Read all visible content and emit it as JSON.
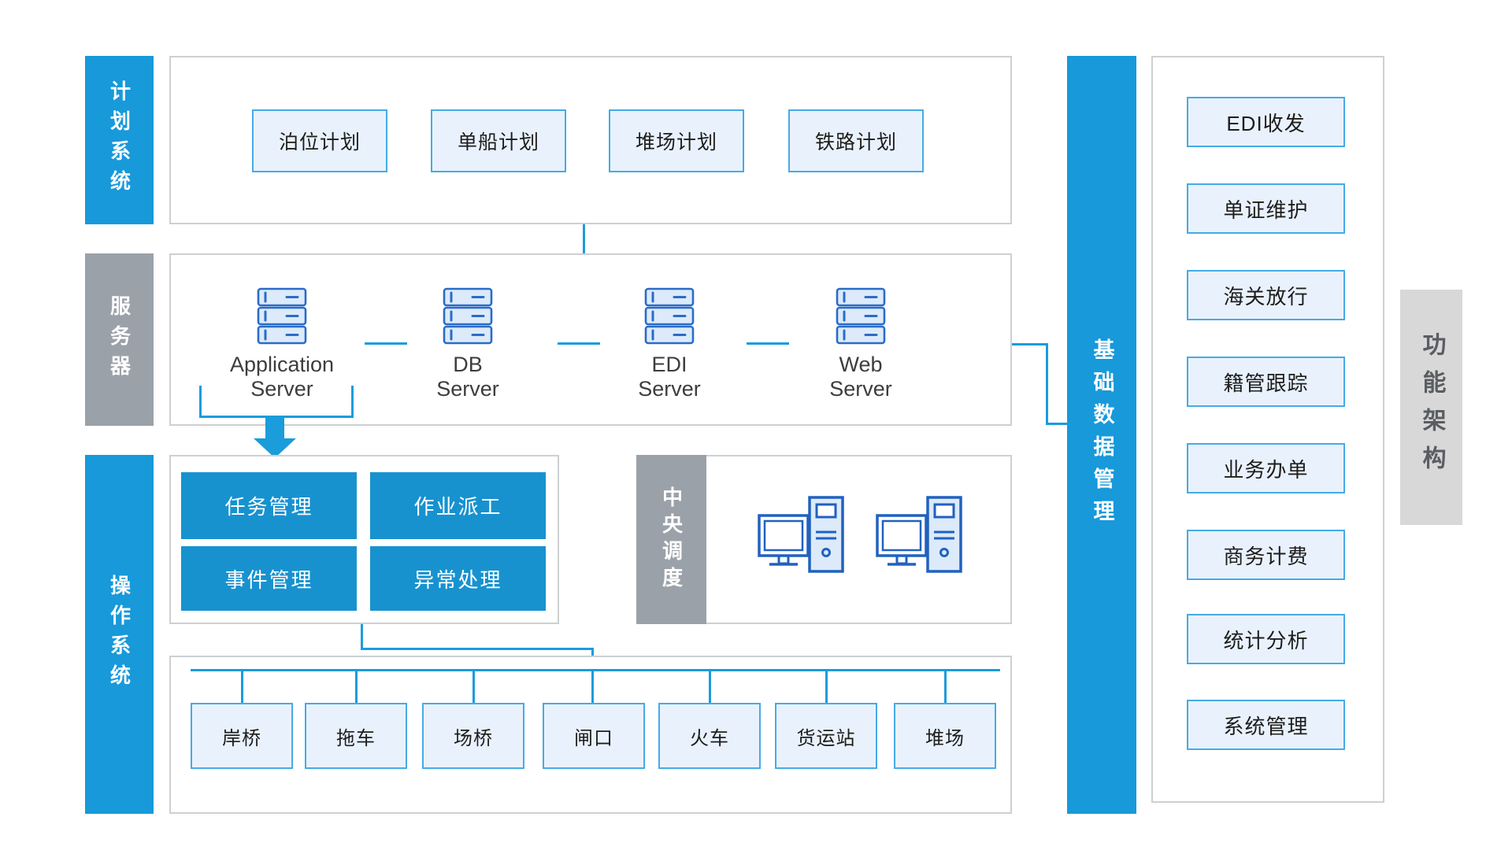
{
  "palette": {
    "accent_blue": "#1799da",
    "tile_blue": "#1792cf",
    "line_blue": "#1b9cdb",
    "bar_gray": "#9ba1a8",
    "item_fill": "#e9f2fc",
    "item_border": "#45abe6",
    "icon_blue": "#2a6cc8"
  },
  "left_rail": {
    "items": [
      "计划系统",
      "服务器",
      "操作系统"
    ]
  },
  "planning": {
    "items": [
      "泊位计划",
      "单船计划",
      "堆场计划",
      "铁路计划"
    ]
  },
  "servers": {
    "items": [
      {
        "top": "Application",
        "bottom": "Server"
      },
      {
        "top": "DB",
        "bottom": "Server"
      },
      {
        "top": "EDI",
        "bottom": "Server"
      },
      {
        "top": "Web",
        "bottom": "Server"
      }
    ]
  },
  "operations": {
    "tiles": [
      "任务管理",
      "作业派工",
      "事件管理",
      "异常处理"
    ]
  },
  "central_dispatch": {
    "label": "中央调度"
  },
  "equipment": {
    "items": [
      "岸桥",
      "拖车",
      "场桥",
      "闸口",
      "火车",
      "货运站",
      "堆场"
    ]
  },
  "base_data_bar": {
    "label": "基础数据管理"
  },
  "functions": {
    "items": [
      "EDI收发",
      "单证维护",
      "海关放行",
      "籍管跟踪",
      "业务办单",
      "商务计费",
      "统计分析",
      "系统管理"
    ]
  },
  "architecture_bar": {
    "label": "功能架构"
  }
}
